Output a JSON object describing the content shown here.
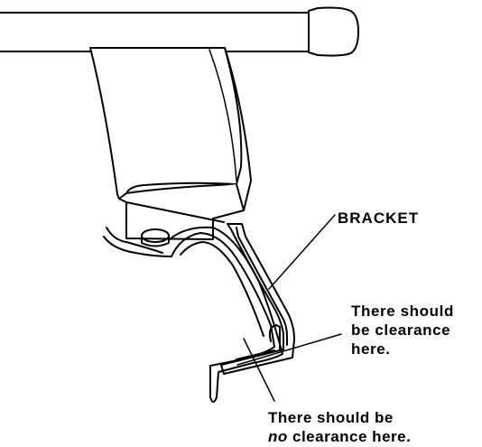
{
  "labels": {
    "bracket": "BRACKET",
    "clearance_line1": "There should",
    "clearance_line2": "be clearance",
    "clearance_line3": "here.",
    "no_clearance_line1": "There should be",
    "no_clearance_em": "no",
    "no_clearance_rest": " clearance here."
  },
  "colors": {
    "ink": "#000000",
    "paper": "#ffffff"
  }
}
